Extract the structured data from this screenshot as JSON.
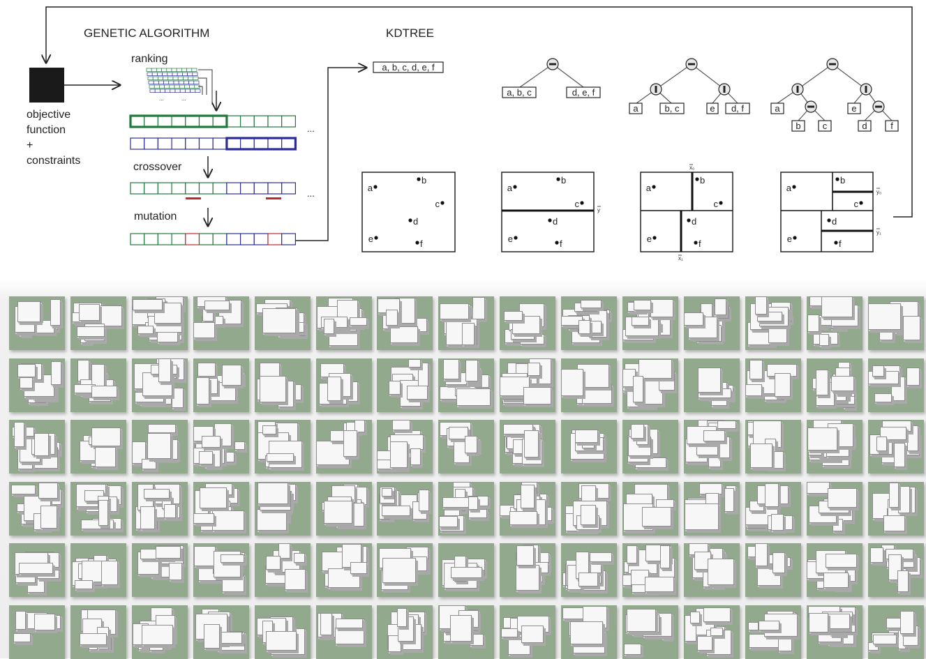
{
  "genetic_algorithm": {
    "title": "GENETIC ALGORITHM",
    "ranking_label": "ranking",
    "crossover_label": "crossover",
    "mutation_label": "mutation",
    "ellipsis": "...",
    "colors": {
      "parent_a": "#1e7a3a",
      "parent_b": "#2b2b9a",
      "mutation": "#c0282d"
    }
  },
  "objective": {
    "line1": "objective",
    "line2": "function",
    "line3": "+",
    "line4": "constraints"
  },
  "kdtree": {
    "title": "KDTREE",
    "root_list": "a, b, c, d, e, f",
    "left_list": "a, b, c",
    "right_list": "d, e, f",
    "leaves": {
      "a": "a",
      "bc": "b, c",
      "e": "e",
      "df": "d, f",
      "b": "b",
      "c": "c",
      "d": "d",
      "f": "f"
    },
    "points": [
      "a",
      "b",
      "c",
      "d",
      "e",
      "f"
    ],
    "split_labels": {
      "y": "y",
      "x0": "x₀",
      "x1": "x₁",
      "y0": "y₀",
      "y1": "y₁"
    }
  },
  "mosaic": {
    "rows": 6,
    "cols": 15,
    "colors": {
      "ground": "#93a98e",
      "building": "#f7f7f7"
    }
  }
}
